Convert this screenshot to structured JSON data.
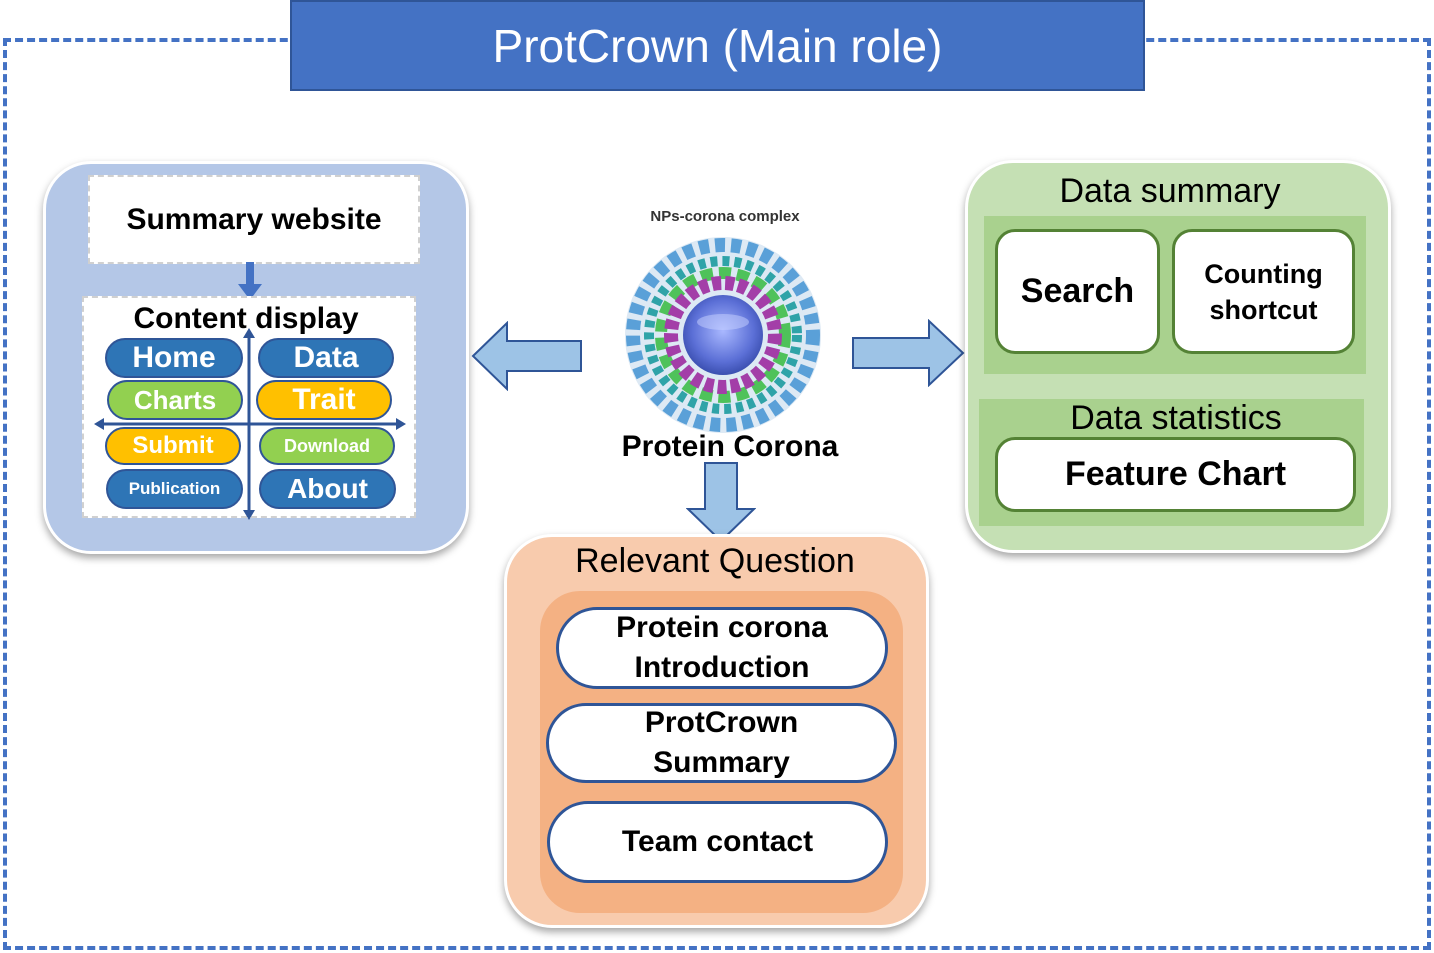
{
  "title": "ProtCrown (Main role)",
  "left_panel": {
    "summary_website": "Summary website",
    "content_display": "Content display",
    "buttons": {
      "home": "Home",
      "data": "Data",
      "charts": "Charts",
      "trait": "Trait",
      "submit": "Submit",
      "download": "Download",
      "publication": "Publication",
      "about": "About"
    }
  },
  "center": {
    "image_caption": "NPs-corona complex",
    "label": "Protein Corona"
  },
  "right_panel": {
    "data_summary": "Data summary",
    "search": "Search",
    "counting_line1": "Counting",
    "counting_line2": "shortcut",
    "data_statistics": "Data statistics",
    "feature_chart": "Feature Chart"
  },
  "bottom_panel": {
    "heading": "Relevant Question",
    "item1_line1": "Protein corona",
    "item1_line2": "Introduction",
    "item2_line1": "ProtCrown",
    "item2_line2": "Summary",
    "item3": "Team contact"
  },
  "colors": {
    "frame_blue": "#4472c4",
    "panel_blue": "#b4c7e7",
    "panel_green": "#c5e0b4",
    "panel_orange": "#f8cbad",
    "arrow_fill": "#9dc3e6"
  }
}
